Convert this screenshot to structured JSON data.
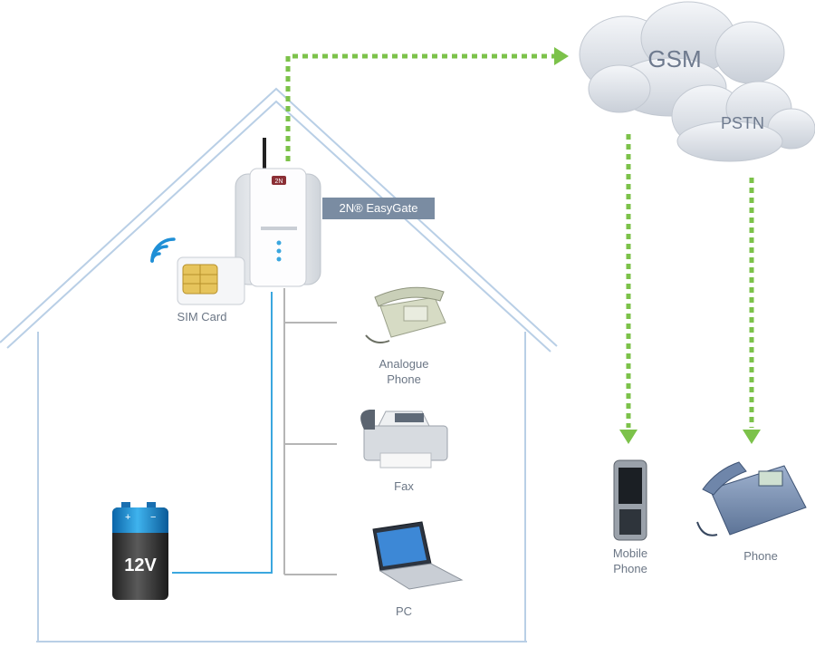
{
  "device": {
    "label": "2N® EasyGate"
  },
  "sim": {
    "label": "SIM Card"
  },
  "battery": {
    "label": "12V"
  },
  "endpoints": {
    "analogue_phone": "Analogue\nPhone",
    "fax": "Fax",
    "pc": "PC",
    "mobile_phone": "Mobile\nPhone",
    "phone": "Phone"
  },
  "networks": {
    "gsm": "GSM",
    "pstn": "PSTN"
  },
  "colors": {
    "arrow": "#7cc24a",
    "house": "#b9cfe6",
    "wire_blue": "#3ba7df",
    "wire_gray": "#b5b5b5",
    "badge": "#7a8ca2"
  }
}
